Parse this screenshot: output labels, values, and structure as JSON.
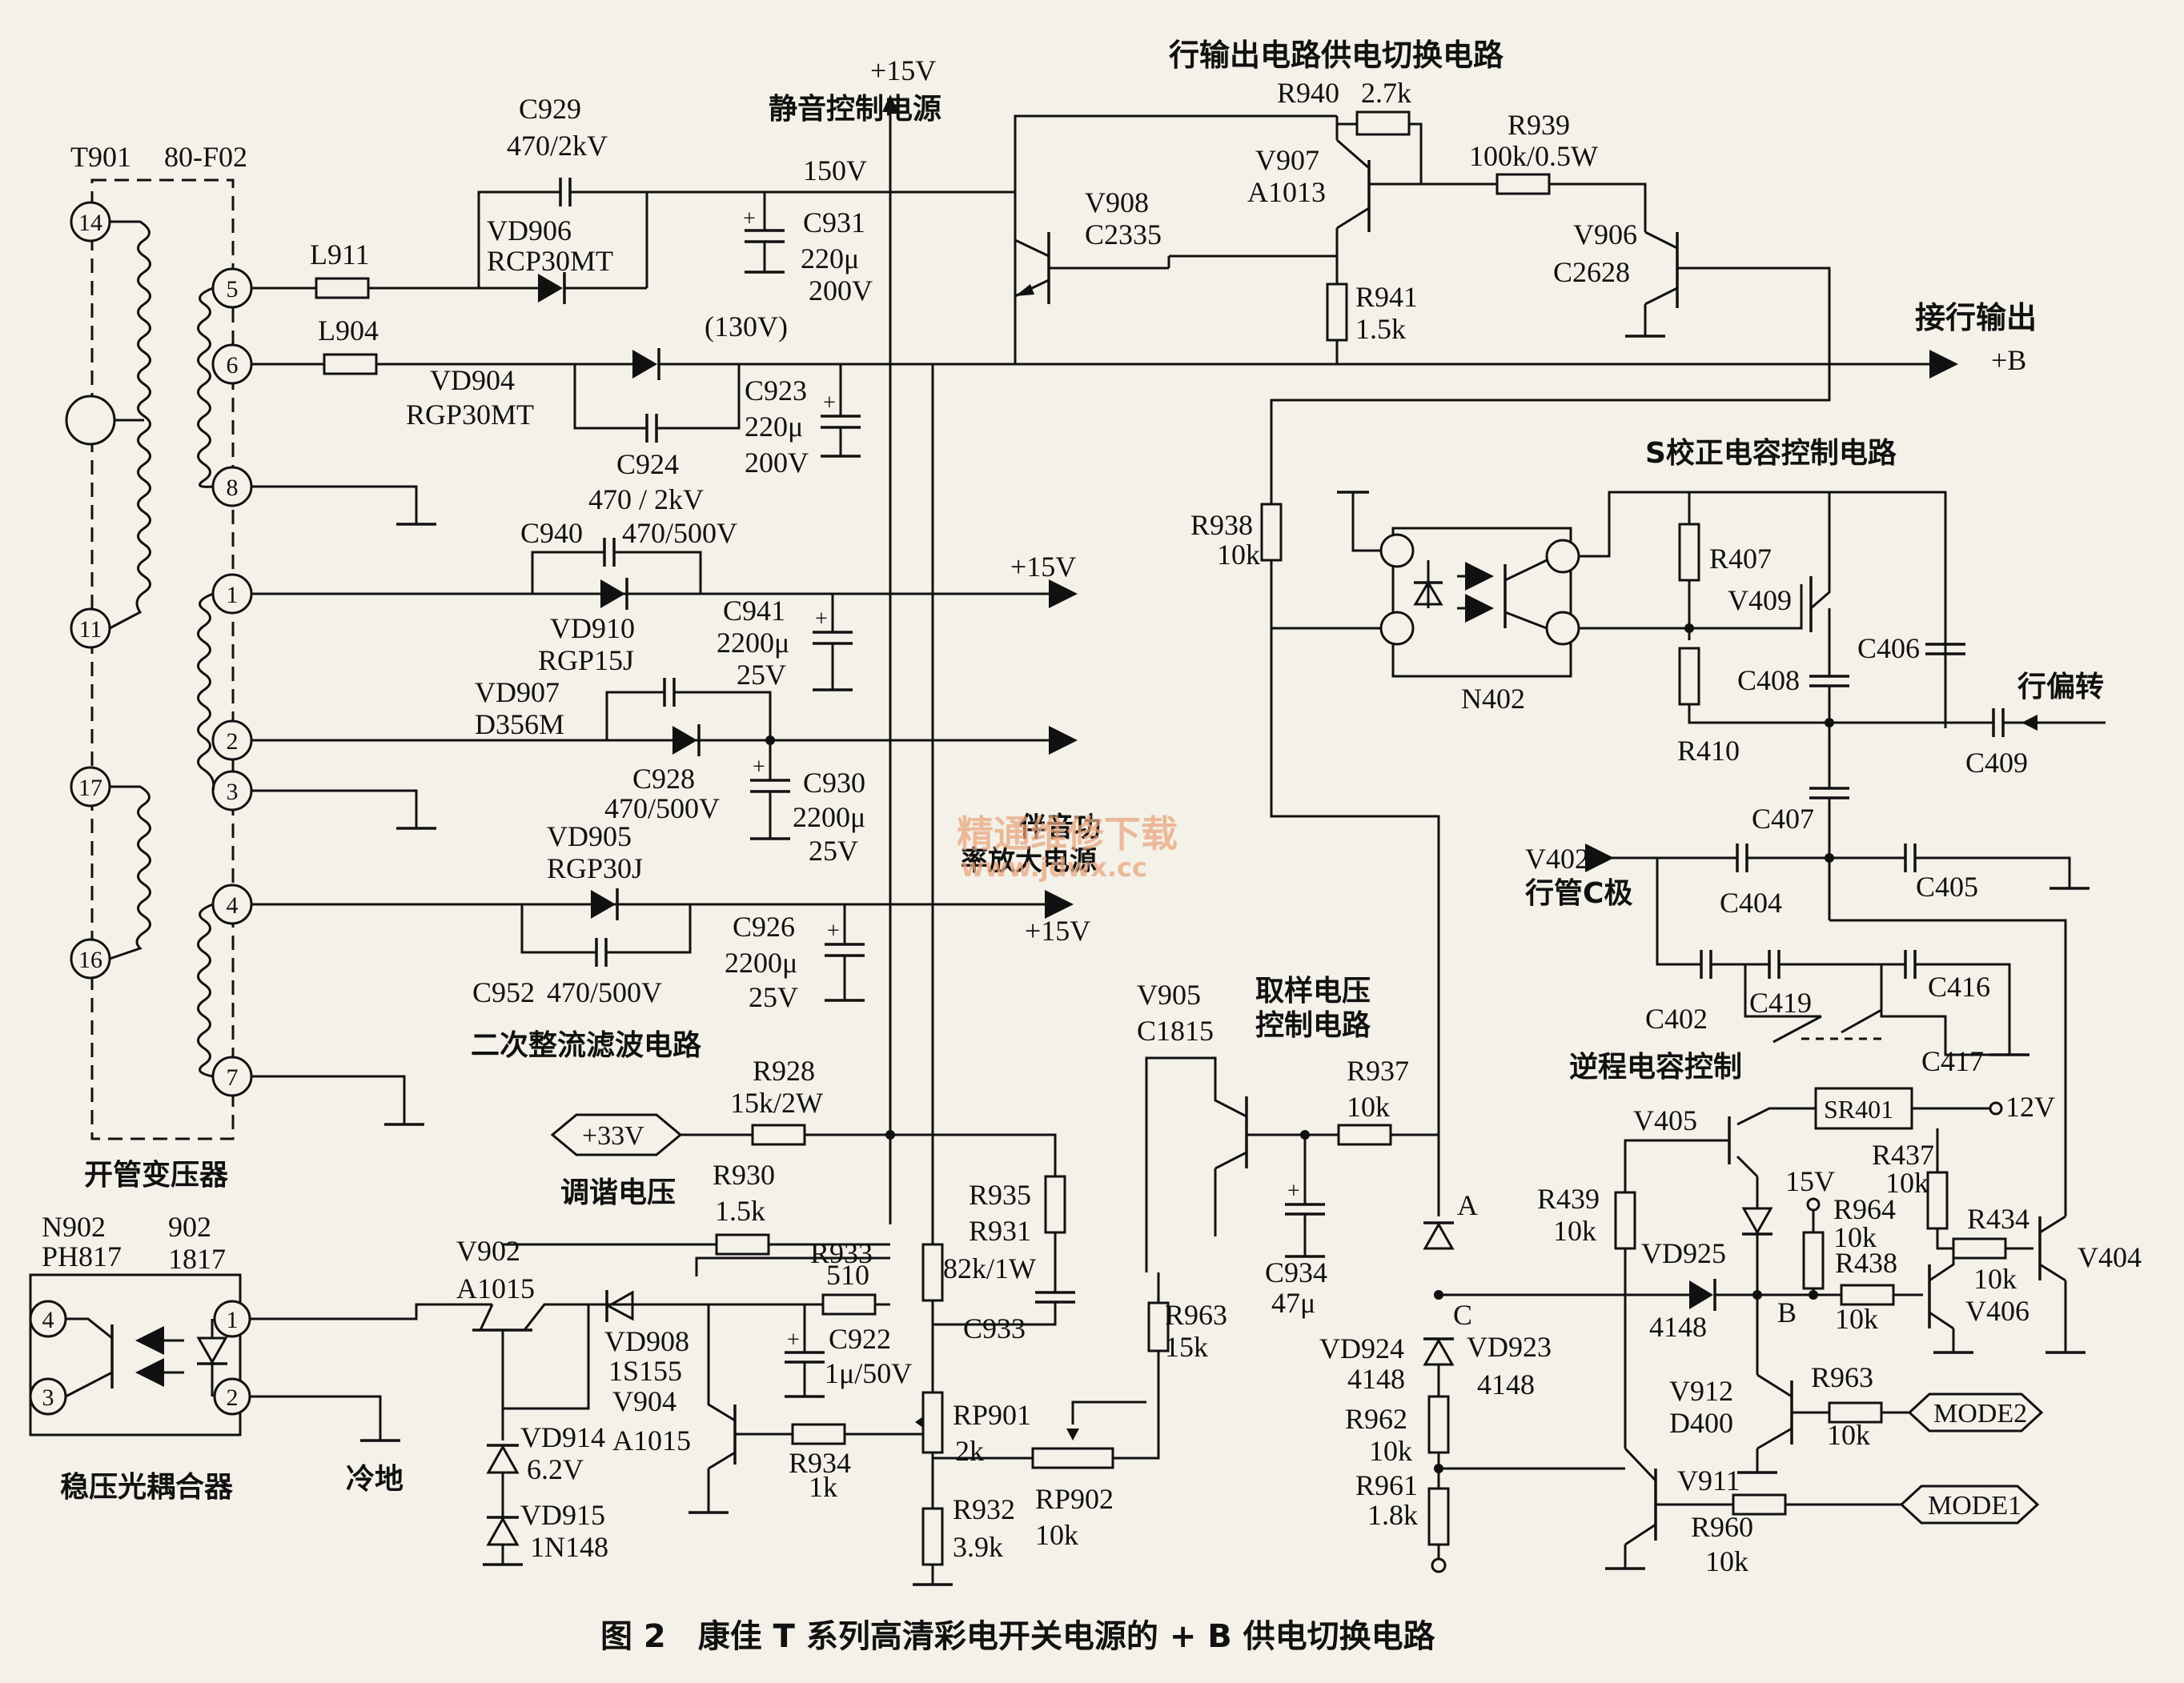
{
  "caption": "图 2　康佳 T 系列高清彩电开关电源的 + B 供电切换电路",
  "watermark": {
    "line1": "精通维修下载",
    "line2": "www.jdwx.cc"
  },
  "transformer": {
    "ref": "T901",
    "model": "80-F02",
    "name": "开管变压器",
    "pins": [
      "14",
      "11",
      "17",
      "16",
      "5",
      "6",
      "8",
      "1",
      "2",
      "3",
      "4",
      "7"
    ]
  },
  "labels": {
    "c929": "C929",
    "c929v": "470/2kV",
    "vd906": "VD906",
    "vd906p": "RCP30MT",
    "l911": "L911",
    "l904": "L904",
    "vd904": "VD904",
    "vd904p": "RGP30MT",
    "c924": "C924",
    "c924v": "470 / 2kV",
    "c931": "C931",
    "c931v1": "220μ",
    "c931v2": "200V",
    "c923": "C923",
    "c923v1": "220μ",
    "c923v2": "200V",
    "v150": "150V",
    "v130": "(130V)",
    "p15v_top": "+15V",
    "mute": "静音控制电源",
    "c940": "C940",
    "c940v": "470/500V",
    "vd910": "VD910",
    "vd910p": "RGP15J",
    "c941": "C941",
    "c941v1": "2200μ",
    "c941v2": "25V",
    "p15v_a": "+15V",
    "vd907": "VD907",
    "vd907p": "D356M",
    "c928": "C928",
    "c928v": "470/500V",
    "c930": "C930",
    "c930v1": "2200μ",
    "c930v2": "25V",
    "vd905": "VD905",
    "vd905p": "RGP30J",
    "audio1": "伴音功",
    "audio2": "率放大电源",
    "c926": "C926",
    "c926v1": "2200μ",
    "c926v2": "25V",
    "p15v_b": "+15V",
    "c952": "C952",
    "c952v": "470/500V",
    "secondary": "二次整流滤波电路",
    "hsw_title": "行输出电路供电切换电路",
    "r940": "R940",
    "r940v": "2.7k",
    "v907": "V907",
    "v907p": "A1013",
    "r939": "R939",
    "r939v": "100k/0.5W",
    "v908": "V908",
    "v908p": "C2335",
    "r941": "R941",
    "r941v": "1.5k",
    "v906": "V906",
    "v906p": "C2628",
    "hout": "接行输出",
    "plusb": "+B",
    "r938": "R938",
    "r938v": "10k",
    "s_title": "S校正电容控制电路",
    "n402": "N402",
    "r407": "R407",
    "v409": "V409",
    "c406": "C406",
    "c408": "C408",
    "r410": "R410",
    "hdef": "行偏转",
    "c409": "C409",
    "c407": "C407",
    "v402": "V402",
    "v402c": "行管C极",
    "c404": "C404",
    "c405": "C405",
    "c402": "C402",
    "c419": "C419",
    "c416": "C416",
    "c417": "C417",
    "retrace": "逆程电容控制",
    "v405": "V405",
    "sr401": "SR401",
    "v12": "12V",
    "v15": "15V",
    "r437": "R437",
    "r437v": "10k",
    "r434": "R434",
    "r434v": "10k",
    "v404": "V404",
    "r964": "R964",
    "r964v": "10k",
    "r438": "R438",
    "r438v": "10k",
    "v406": "V406",
    "r439": "R439",
    "r439v": "10k",
    "vd925": "VD925",
    "vd925p": "4148",
    "nodeB": "B",
    "nodeA": "A",
    "nodeC": "C",
    "v912": "V912",
    "v912p": "D400",
    "r963b": "R963",
    "r963bv": "10k",
    "mode2": "MODE2",
    "v911": "V911",
    "r960": "R960",
    "r960v": "10k",
    "mode1": "MODE1",
    "v905": "V905",
    "v905p": "C1815",
    "samp1": "取样电压",
    "samp2": "控制电路",
    "r937": "R937",
    "r937v": "10k",
    "c934": "C934",
    "c934v": "47μ",
    "vd924": "VD924",
    "vd924p": "4148",
    "vd923": "VD923",
    "vd923p": "4148",
    "r962": "R962",
    "r962v": "10k",
    "r961": "R961",
    "r961v": "1.8k",
    "r928": "R928",
    "r928v": "15k/2W",
    "p33v": "+33V",
    "tune": "调谐电压",
    "r935": "R935",
    "r931": "R931",
    "r931v": "82k/1W",
    "c933": "C933",
    "r963a": "R963",
    "r963av": "15k",
    "r930": "R930",
    "r930v": "1.5k",
    "r933": "R933",
    "r933v": "510",
    "c922": "C922",
    "c922v": "1μ/50V",
    "n902": "N902",
    "n902p": "PH817",
    "n902pin": "902",
    "n902pinv": "1817",
    "v902": "V902",
    "v902p": "A1015",
    "vd908": "VD908",
    "vd908p": "1S155",
    "v904": "V904",
    "v904p": "A1015",
    "rp901": "RP901",
    "rp901v": "2k",
    "r934": "R934",
    "r934v": "1k",
    "rp902": "RP902",
    "rp902v": "10k",
    "r932": "R932",
    "r932v": "3.9k",
    "vd914": "VD914",
    "vd914p": "6.2V",
    "vd915": "VD915",
    "vd915p": "1N148",
    "opto_name": "稳压光耦合器",
    "cold": "冷地"
  }
}
